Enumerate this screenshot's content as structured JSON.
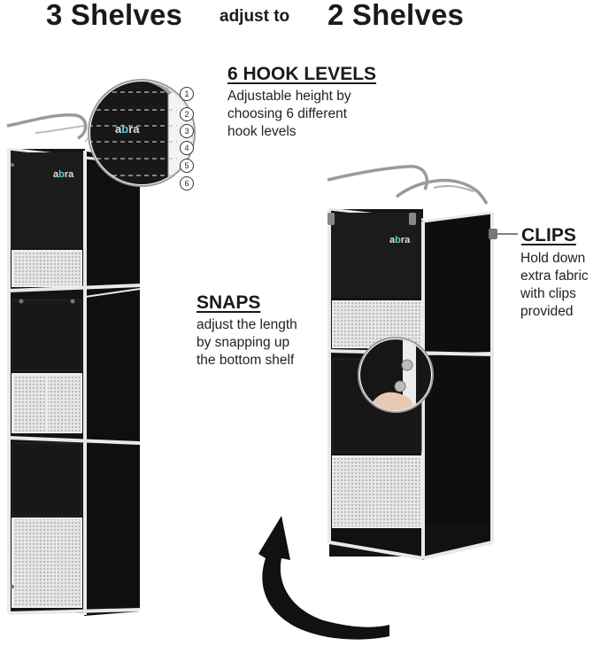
{
  "header": {
    "left": "3 Shelves",
    "middle": "adjust to",
    "right": "2 Shelves"
  },
  "hooks": {
    "title": "6 HOOK LEVELS",
    "body": [
      "Adjustable height by",
      "choosing 6 different",
      "hook levels"
    ],
    "levels": [
      "1",
      "2",
      "3",
      "4",
      "5",
      "6"
    ]
  },
  "snaps": {
    "title": "SNAPS",
    "body": [
      "adjust the length",
      "by snapping up",
      "the bottom shelf"
    ]
  },
  "clips": {
    "title": "CLIPS",
    "body": [
      "Hold down",
      "extra fabric",
      "with clips",
      "provided"
    ]
  },
  "brand": {
    "logo": "abra"
  },
  "colors": {
    "fabric": "#121212",
    "trim": "#e8e8e8",
    "mesh": "#d9d9d9",
    "logo_accent": "#5cc7d6"
  }
}
